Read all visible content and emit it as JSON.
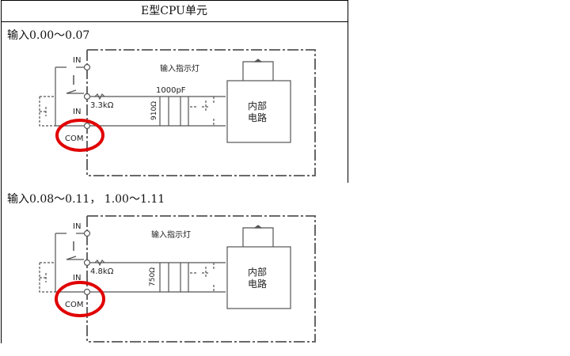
{
  "table": {
    "header": "E型CPU单元"
  },
  "sections": [
    {
      "title": "输入0.00～0.07",
      "labels": {
        "in_top": "IN",
        "in_bottom": "IN",
        "com": "COM",
        "indicator": "输入指示灯",
        "capacitor": "1000pF",
        "resistor": "3.3kΩ",
        "shunt": "910Ω",
        "circuit_line1": "内部",
        "circuit_line2": "电路"
      }
    },
    {
      "title": "输入0.08～0.11， 1.00～1.11",
      "labels": {
        "in_top": "IN",
        "in_bottom": "IN",
        "com": "COM",
        "indicator": "输入指示灯",
        "resistor": "4.8kΩ",
        "shunt": "750Ω",
        "circuit_line1": "内部",
        "circuit_line2": "电路"
      }
    }
  ],
  "colors": {
    "annotation": "#e00000"
  }
}
